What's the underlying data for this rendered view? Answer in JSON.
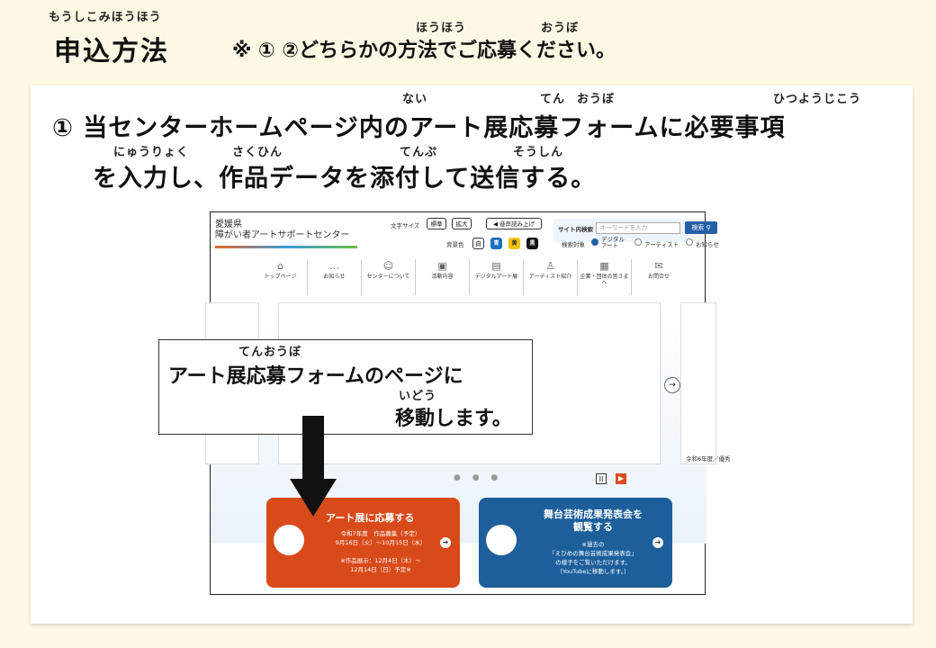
{
  "header": {
    "title": "申込方法",
    "title_ruby": "もうしこみほうほう",
    "note": "※ ① ②どちらかの方法でご応募ください。",
    "note_ruby_1": "ほうほう",
    "note_ruby_2": "おうぼ"
  },
  "step1": {
    "line1": "①  当センターホームページ内のアート展応募フォームに必要事項",
    "line2": "を入力し、作品データを添付して送信する。",
    "ruby_nai": "ない",
    "ruby_ten": "てん",
    "ruby_oubo": "おうぼ",
    "ruby_hitsuyoujikou": "ひつようじこう",
    "ruby_nyuuryoku": "にゅうりょく",
    "ruby_sakuhin": "さくひん",
    "ruby_tenpu": "てんぷ",
    "ruby_soushin": "そうしん"
  },
  "website": {
    "org_line1": "愛媛県",
    "org_line2": "障がい者アートサポートセンター",
    "font_size_label": "文字サイズ",
    "font_std": "標準",
    "font_large": "拡大",
    "speech_btn": "◀ 音声読み上げ",
    "bg_color_label": "背景色",
    "bg_white": "白",
    "bg_blue": "青",
    "bg_yellow": "黄",
    "bg_black": "黒",
    "site_search_label": "サイト内検索",
    "search_placeholder": "キーワードを入力",
    "search_button": "検索",
    "search_target_label": "検索対象",
    "target_digital": "デジタルアート",
    "target_artist": "アーティスト",
    "target_news": "お知らせ",
    "nav": [
      {
        "icon": "⌂",
        "label": "トップページ"
      },
      {
        "icon": "…",
        "label": "お知らせ"
      },
      {
        "icon": "☺",
        "label": "センターについて"
      },
      {
        "icon": "▣",
        "label": "活動内容"
      },
      {
        "icon": "▤",
        "label": "デジタルアート展"
      },
      {
        "icon": "♙",
        "label": "アーティスト紹介"
      },
      {
        "icon": "▦",
        "label": "企業・団体の皆さまへ"
      },
      {
        "icon": "✉",
        "label": "お問合せ"
      }
    ],
    "slide_caption": "令和6年度／優秀",
    "slider_dots": "● ● ●",
    "pause_icon": "II",
    "play_icon": "▶",
    "next_icon": "→",
    "art_button": {
      "title": "アート展に応募する",
      "line1": "令和7年度　作品募集（予定）",
      "line2": "9月16日（火）〜10月15日（水）",
      "line3": "※作品展示：12月4日（木）〜",
      "line4": "12月14日（日）予定※"
    },
    "stage_button": {
      "title1": "舞台芸術成果発表会を",
      "title2": "観覧する",
      "line1": "※過去の",
      "line2": "「えひめの舞台芸術成果発表会」",
      "line3": "の様子をご覧いただけます。",
      "line4": "（YouTubeに移動します。）"
    },
    "arrow_icon": "➔"
  },
  "callout": {
    "line1": "アート展応募フォームのページに",
    "line2": "移動します。",
    "ruby_tenoubo": "てんおうぼ",
    "ruby_idou": "いどう"
  },
  "colors": {
    "background": "#fdf8e4",
    "orange": "#d94a1a",
    "blue": "#1c5f9b",
    "search_blue": "#2460a7"
  }
}
